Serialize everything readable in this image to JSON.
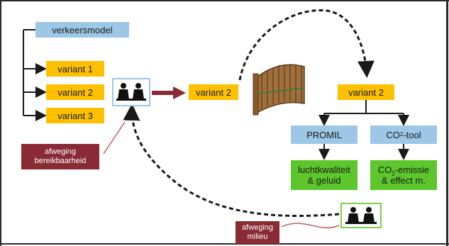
{
  "nodes": {
    "verkeersmodel": "verkeersmodel",
    "variant1": "variant 1",
    "variant2_left": "variant 2",
    "variant3": "variant 3",
    "variant2_mid": "variant 2",
    "variant2_right": "variant 2",
    "promil": "PROMIL",
    "co2tool_pre": "CO",
    "co2tool_sub": "2",
    "co2tool_post": "-tool",
    "luchtkwaliteit": "luchtkwaliteit\n& geluid",
    "co2emissie_pre": "CO",
    "co2emissie_sub": "2",
    "co2emissie_post": "-emissie\n& effect m.",
    "afweging_bereik": "afweging\nbereikbaarheid",
    "afweging_milieu": "afweging\nmilieu"
  },
  "icons": {
    "meeting_left": "meeting-icon",
    "meeting_right": "meeting-icon",
    "gate": "gate-icon"
  },
  "colors": {
    "blue": "#9cc7e6",
    "yellow": "#ffc000",
    "green": "#5cc62c",
    "maroon": "#8a2a35",
    "line": "#1a1a1a"
  }
}
